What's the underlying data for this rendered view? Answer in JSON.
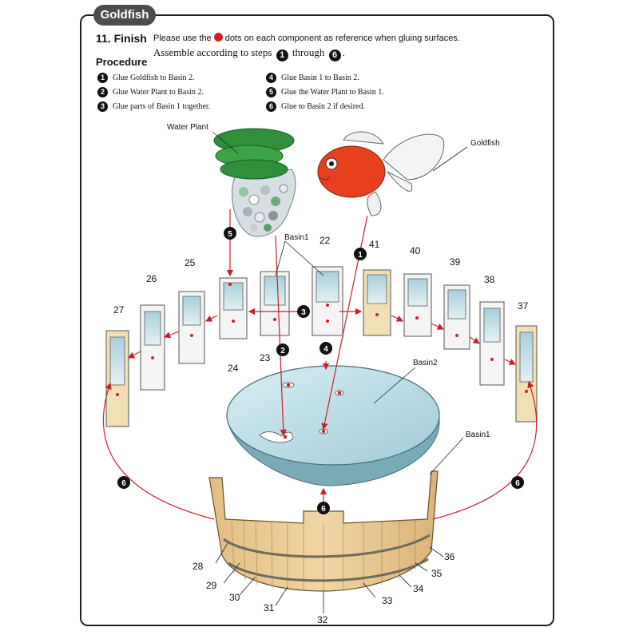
{
  "tab_label": "Goldfish",
  "heading": "11. Finish",
  "instruction_part1": "Please use the",
  "instruction_part2": "dots on each component as reference when gluing surfaces.",
  "assemble_part1": "Assemble according to steps",
  "assemble_through": "through",
  "assemble_end": ".",
  "procedure_title": "Procedure",
  "steps": [
    {
      "num": "1",
      "text": "Glue Goldfish to Basin 2."
    },
    {
      "num": "2",
      "text": "Glue Water Plant to Basin 2."
    },
    {
      "num": "3",
      "text": "Glue parts of Basin 1 together."
    },
    {
      "num": "4",
      "text": "Glue Basin 1 to Basin 2."
    },
    {
      "num": "5",
      "text": "Glue the Water Plant to Basin 1."
    },
    {
      "num": "6",
      "text": "Glue to Basin 2 if desired."
    }
  ],
  "labels": {
    "water_plant": "Water Plant",
    "goldfish": "Goldfish",
    "basin1_top": "Basin1",
    "basin2": "Basin2",
    "basin1_bottom": "Basin1"
  },
  "part_numbers": {
    "p22": "22",
    "p23": "23",
    "p24": "24",
    "p25": "25",
    "p26": "26",
    "p27": "27",
    "p37": "37",
    "p38": "38",
    "p39": "39",
    "p40": "40",
    "p41": "41",
    "p28": "28",
    "p29": "29",
    "p30": "30",
    "p31": "31",
    "p32": "32",
    "p33": "33",
    "p34": "34",
    "p35": "35",
    "p36": "36"
  },
  "step_markers": {
    "m1": "1",
    "m2": "2",
    "m3": "3",
    "m4": "4",
    "m5": "5",
    "m6_left": "6",
    "m6_center": "6",
    "m6_right": "6"
  },
  "colors": {
    "glue_dot": "#d21f25",
    "arrow": "#c8202a",
    "wood": "#e8c58c",
    "water": "#bfe0ea",
    "leaf": "#2f8f3a",
    "fish": "#e8401e"
  }
}
